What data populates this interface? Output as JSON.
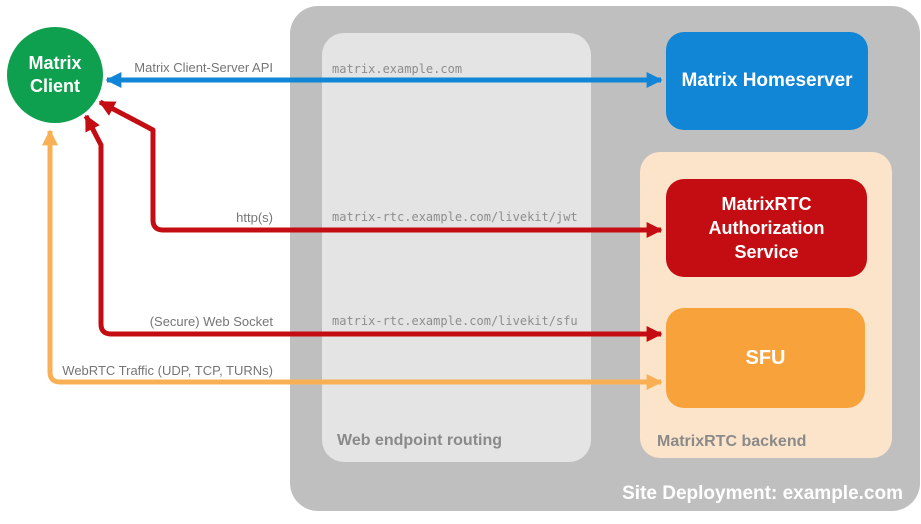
{
  "colors": {
    "green": "#0ea04e",
    "blue": "#1185d6",
    "red": "#c40d13",
    "orange": "#f8a23b",
    "orange_arrow": "#f9b055",
    "peach": "#fce4ca",
    "outer_gray": "#bfbfbf",
    "inner_gray": "#e4e4e4",
    "label_gray": "#757575",
    "url_gray": "#8d8d8d",
    "title_gray": "#8a8a8a"
  },
  "containers": {
    "deployment_title": "Site Deployment: example.com",
    "routing_title": "Web endpoint routing",
    "backend_title": "MatrixRTC backend"
  },
  "nodes": {
    "client_line1": "Matrix",
    "client_line2": "Client",
    "homeserver": "Matrix Homeserver",
    "auth_service": "MatrixRTC Authorization Service",
    "sfu": "SFU"
  },
  "routing_endpoints": [
    "matrix.example.com",
    "matrix-rtc.example.com/livekit/jwt",
    "matrix-rtc.example.com/livekit/sfu"
  ],
  "connections": [
    {
      "label": "Matrix Client-Server API",
      "between": [
        "Matrix Client",
        "Matrix Homeserver"
      ],
      "bidirectional": true,
      "color": "#1185d6"
    },
    {
      "label": "http(s)",
      "between": [
        "Matrix Client",
        "MatrixRTC Authorization Service"
      ],
      "bidirectional": true,
      "color": "#c40d13"
    },
    {
      "label": "(Secure) Web Socket",
      "between": [
        "Matrix Client",
        "SFU"
      ],
      "bidirectional": true,
      "color": "#c40d13"
    },
    {
      "label": "WebRTC Traffic (UDP, TCP, TURNs)",
      "between": [
        "Matrix Client",
        "SFU"
      ],
      "bidirectional": true,
      "color": "#f9b055"
    }
  ]
}
